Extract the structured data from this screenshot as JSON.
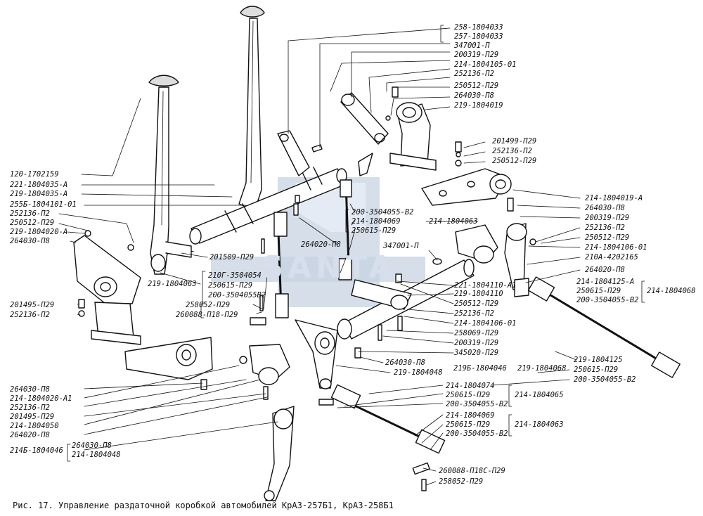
{
  "watermark": "SANTA",
  "caption": "Рис. 17. Управление раздаточной коробкой автомобилей КрАЗ-257Б1, КрАЗ-258Б1",
  "labels_right_top": [
    "258-1804033",
    "257-1804033",
    "347001-П",
    "200319-П29",
    "214-1804105-01",
    "252136-П2",
    "250512-П29",
    "264030-П8",
    "219-1804019"
  ],
  "labels_right_mid1": [
    "201499-П29",
    "252136-П2",
    "250512-П29"
  ],
  "labels_right_mid2": [
    "214-1804019-А",
    "264030-П8",
    "200319-П29",
    "252136-П2",
    "250512-П29",
    "214-1804106-01",
    "210А-4202165"
  ],
  "label_264020_r": "264020-П8",
  "labels_right_grp": [
    "214-1804125-А",
    "250615-П29",
    "200-3504055-В2"
  ],
  "label_214_1804068_r": "214-1804068",
  "labels_right_low": [
    "219-1804125",
    "250615-П29",
    "200-3504055-В2"
  ],
  "labels_left_top": [
    "120-1702159",
    "221-1804035-А",
    "219-1804035-А",
    "255Б-1804101-01",
    "252136-П2",
    "250512-П29",
    "219-1804020-А",
    "264030-П8"
  ],
  "label_201509": "201509-П29",
  "label_219_1804063_l": "219-1804063",
  "labels_mid_grp": [
    "210Г-3504054",
    "250615-П29",
    "200-3504055В2"
  ],
  "labels_mid_low": [
    "258052-П29",
    "260088-П18-П29"
  ],
  "labels_left_mid": [
    "201495-П29",
    "252136-П2"
  ],
  "labels_center_rod": [
    "200-3504055-В2",
    "214-1804069",
    "250615-П29"
  ],
  "label_214_1804063_c": "214-1804063",
  "label_264020_c": "264020-П8",
  "label_347001_c": "347001-П",
  "labels_center_right": [
    "221-1804110-А1",
    "219-1804110",
    "250512-П29",
    "252136-П2",
    "214-1804106-01",
    "258069-П29",
    "200319-П29",
    "345020-П29"
  ],
  "labels_lower_center": [
    "264030-П8",
    "219-1804048"
  ],
  "label_219b": "219Б-1804046",
  "label_219_1804068_c": "219-1804068",
  "labels_left_bottom": [
    "264030-П8",
    "214-1804020-А1",
    "252136-П2",
    "201495-П29",
    "214-1804050",
    "264020-П8",
    "214Б-1804046"
  ],
  "labels_bottom_pair": [
    "264030-П8",
    "214-1804048"
  ],
  "labels_bottom_grp1": [
    "214-1804074",
    "250615-П29",
    "200-3504055-В2"
  ],
  "label_214_1804065": "214-1804065",
  "labels_bottom_grp2": [
    "214-1804069",
    "250615-П29",
    "200-3504055-В2"
  ],
  "label_214_1804063_b": "214-1804063",
  "labels_bottom_end": [
    "260088-П18С-П29",
    "258052-П29"
  ]
}
